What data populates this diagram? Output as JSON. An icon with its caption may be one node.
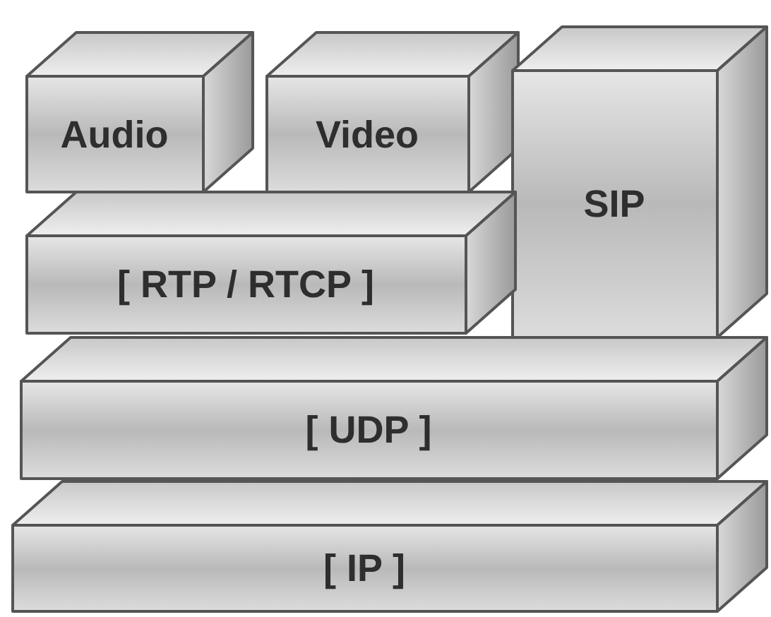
{
  "diagram": {
    "nodes": [
      {
        "text": [
          "Audio"
        ]
      },
      {
        "text": [
          "Video"
        ]
      },
      {
        "text": [
          "SIP"
        ]
      },
      {
        "text": [
          "[ RTP / RTCP ]"
        ]
      },
      {
        "text": [
          "[ UDP ]"
        ]
      },
      {
        "text": [
          "[ IP ]"
        ]
      }
    ]
  }
}
